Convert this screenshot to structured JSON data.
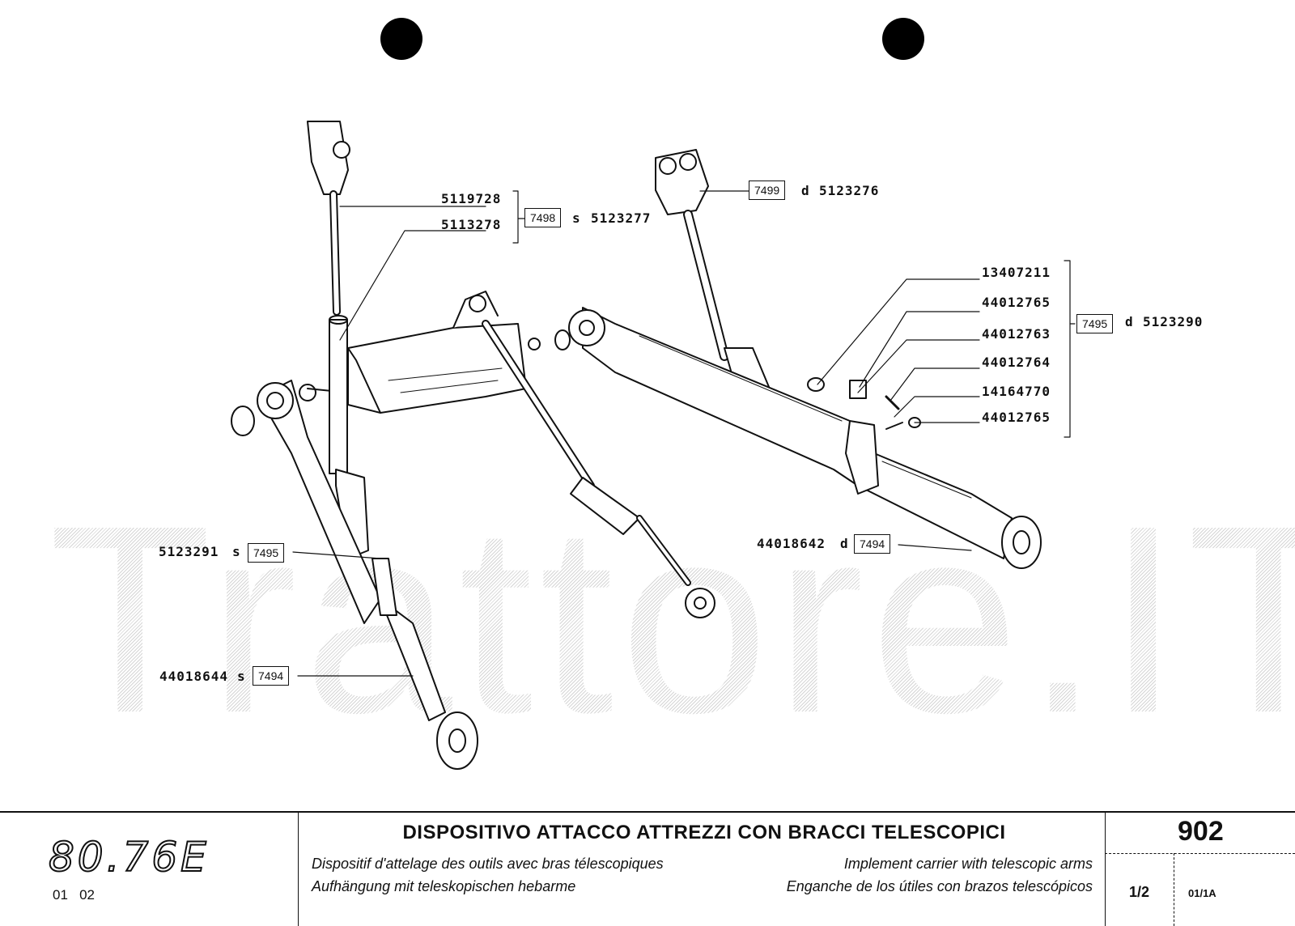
{
  "watermark": "Trattore.IT",
  "callouts": {
    "top_pin_a": "5119728",
    "top_pin_b": "5113278",
    "top_group_box": "7498",
    "top_group_side": "s",
    "top_group_code": "5123277",
    "right_lift_box": "7499",
    "right_lift_side": "d",
    "right_lift_code": "5123276",
    "kit_items": [
      "13407211",
      "44012765",
      "44012763",
      "44012764",
      "14164770",
      "44012765"
    ],
    "kit_box": "7495",
    "kit_side": "d",
    "kit_code": "5123290",
    "right_arm_code": "44018642",
    "right_arm_side": "d",
    "right_arm_box": "7494",
    "left_lift_code": "5123291",
    "left_lift_side": "s",
    "left_lift_box": "7495",
    "left_arm_code": "44018644",
    "left_arm_side": "s",
    "left_arm_box": "7494"
  },
  "titleblock": {
    "model": "80.76E",
    "model_codes": "01   02",
    "title_it": "DISPOSITIVO ATTACCO ATTREZZI CON BRACCI TELESCOPICI",
    "title_fr": "Dispositif d'attelage des outils avec bras télescopiques",
    "title_en": "Implement carrier with telescopic arms",
    "title_de": "Aufhängung mit teleskopischen hebarme",
    "title_es": "Enganche de los útiles con brazos telescópicos",
    "page_number": "902",
    "sheet": "1/2",
    "revision": "01/1A"
  }
}
